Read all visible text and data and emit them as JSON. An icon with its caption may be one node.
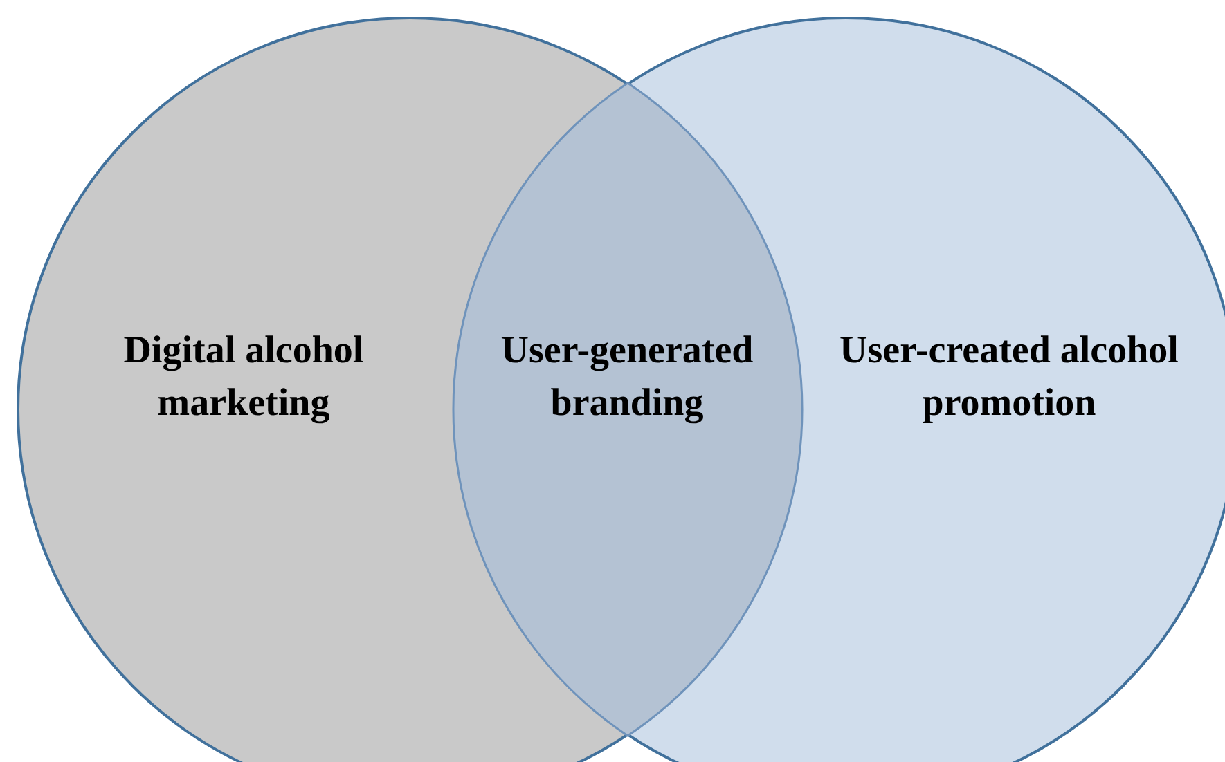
{
  "diagram": {
    "nodes": [
      {
        "text": [
          "Digital alcohol marketing"
        ]
      },
      {
        "text": [
          "User-created alcohol promotion"
        ]
      },
      {
        "text": [
          "User-generated branding"
        ]
      }
    ]
  }
}
